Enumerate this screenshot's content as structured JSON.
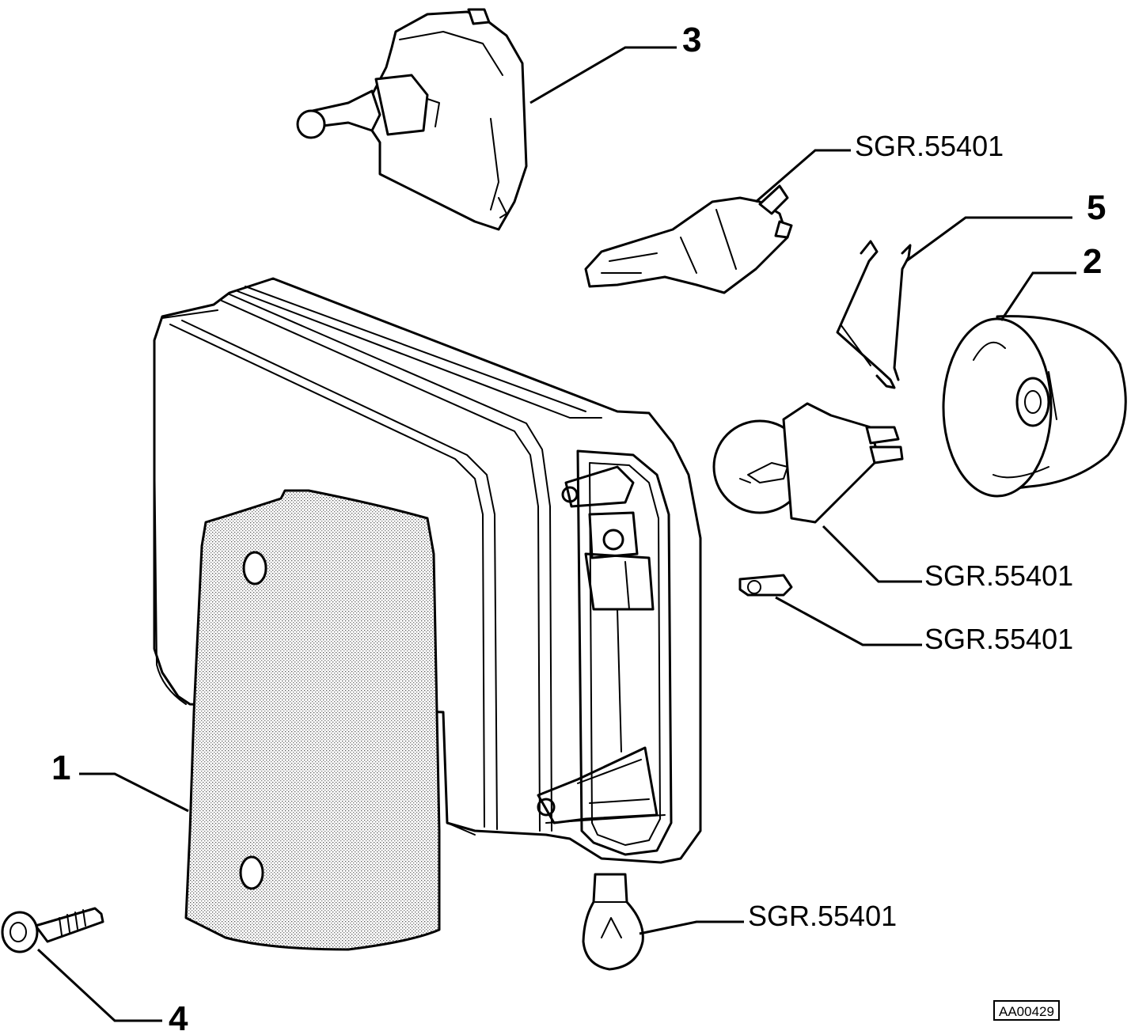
{
  "callouts": {
    "c1": "1",
    "c2": "2",
    "c3": "3",
    "c4": "4",
    "c5": "5"
  },
  "references": {
    "bulb_h": "SGR.55401",
    "bulb_indicator": "SGR.55401",
    "bulb_small": "SGR.55401",
    "bulb_bottom": "SGR.55401"
  },
  "drawing_code": "AA00429"
}
